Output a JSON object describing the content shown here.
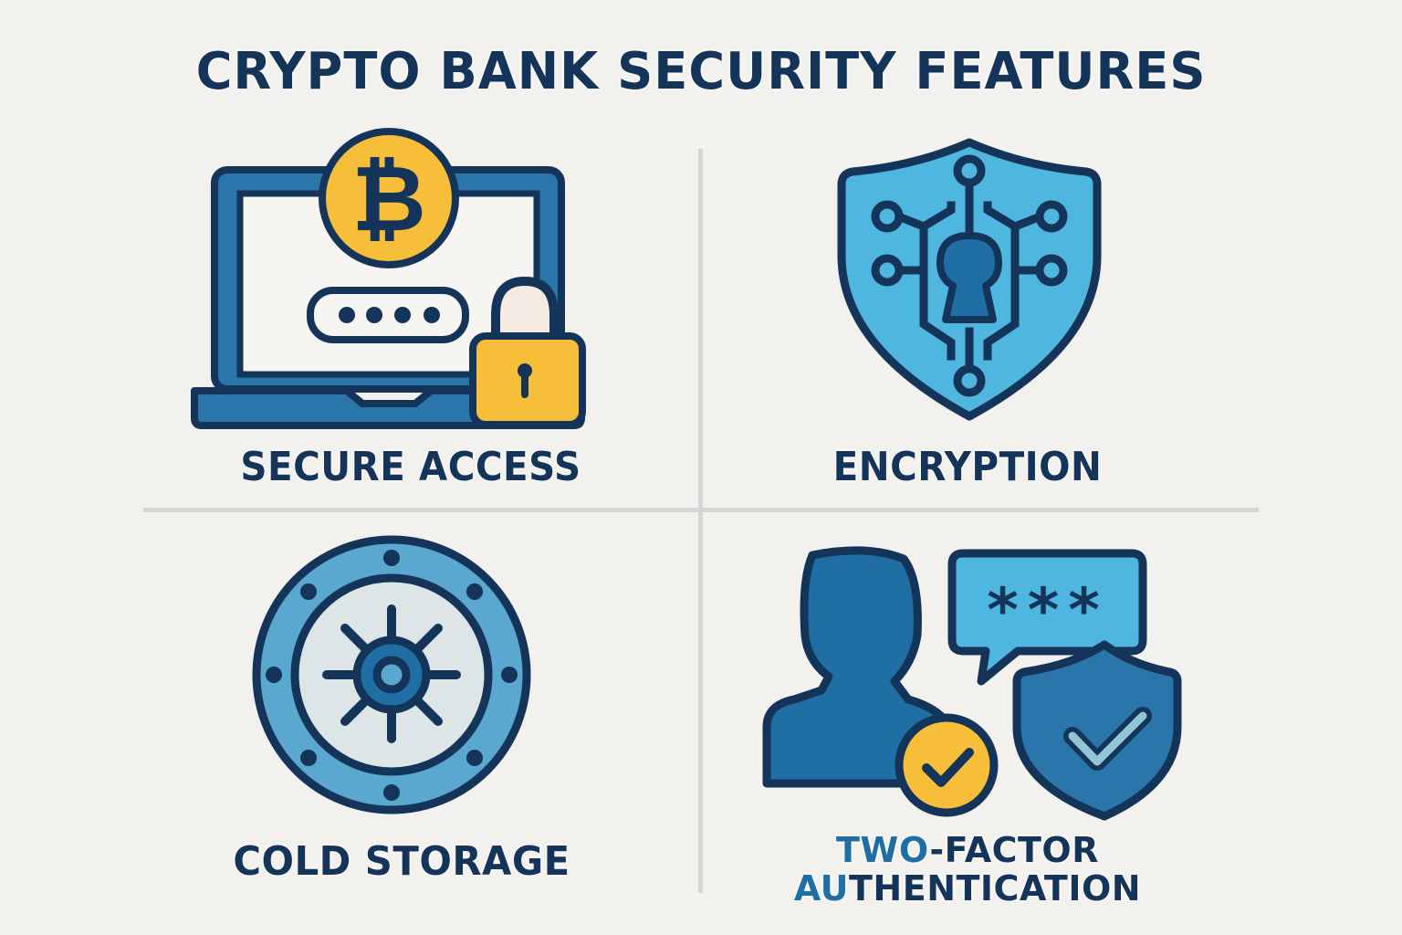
{
  "title": "CRYPTO BANK SECURITY FEATURES",
  "colors": {
    "background": "#f3f1ed",
    "navy": "#14345a",
    "blue": "#2a75a9",
    "light_blue": "#4fb6e0",
    "vault_blue": "#5aa7cf",
    "yellow": "#f6be39",
    "divider": "#d3d6d4"
  },
  "features": [
    {
      "id": "secure-access",
      "label": "SECURE ACCESS",
      "icon": "laptop-bitcoin-lock-icon",
      "password_mask": "••••"
    },
    {
      "id": "encryption",
      "label": "ENCRYPTION",
      "icon": "shield-circuit-keyhole-icon"
    },
    {
      "id": "cold-storage",
      "label": "COLD STORAGE",
      "icon": "vault-door-icon"
    },
    {
      "id": "two-factor-authentication",
      "label_line1_accent": "TWO",
      "label_line1_rest": "-FACTOR",
      "label_line2_accent": "AU",
      "label_line2_rest": "THENTICATION",
      "icon": "user-code-shield-check-icon",
      "code_mask": "***"
    }
  ]
}
